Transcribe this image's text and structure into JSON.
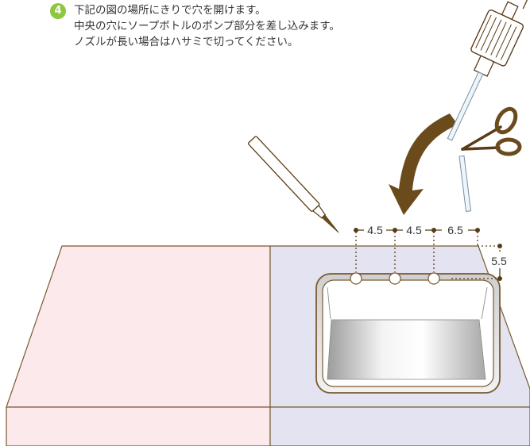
{
  "step": {
    "number": "4",
    "lines": [
      "下記の図の場所にきりで穴を開けます。",
      "中央の穴にソープボトルのポンプ部分を差し込みます。",
      "ノズルが長い場合はハサミで切ってください。"
    ]
  },
  "dimensions": {
    "horizontal": [
      "4.5",
      "4.5",
      "6.5"
    ],
    "vertical": "5.5"
  },
  "colors": {
    "step_badge": "#8dc63f",
    "left_panel": "#fbe9ec",
    "right_panel": "#e3e3f2",
    "outline": "#7a5a2e",
    "arrow": "#6b4b1c",
    "dimension_line": "#5a3c16"
  },
  "icons": [
    "awl-icon",
    "soap-bottle-pump-icon",
    "scissors-icon",
    "cut-nozzle-icon",
    "curved-arrow-icon",
    "sink-basin-icon"
  ]
}
